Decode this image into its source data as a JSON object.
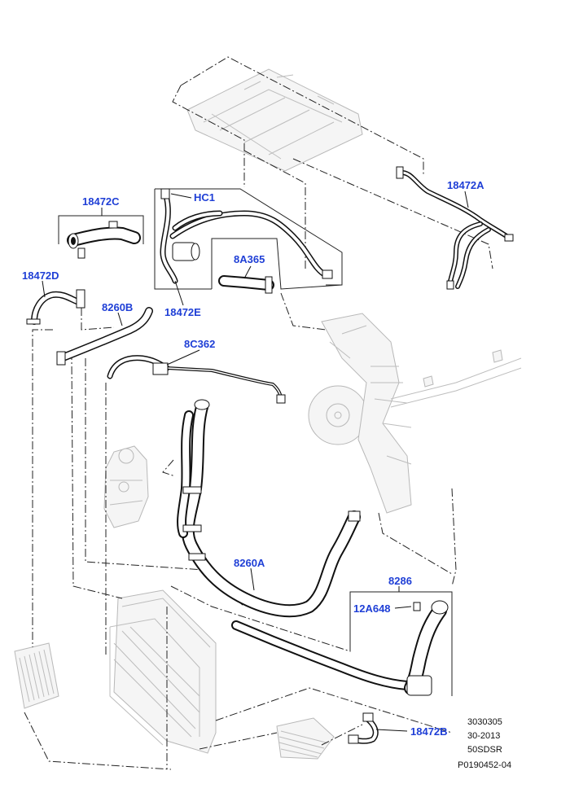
{
  "callouts": {
    "hose_18472a": "18472A",
    "hose_18472c": "18472C",
    "hc1": "HC1",
    "hose_8a365": "8A365",
    "hose_18472d": "18472D",
    "hose_8260b": "8260B",
    "hose_18472e": "18472E",
    "hose_8c362": "8C362",
    "hose_8260a": "8260A",
    "hose_8286": "8286",
    "clip_12a648": "12A648",
    "hose_18472b": "18472B"
  },
  "footer": {
    "line1": "3030305",
    "line2": "30-2013",
    "line3": "50SDSR",
    "line4": "P0190452-04"
  },
  "colors": {
    "callout": "#1f3fd6",
    "line": "#111111",
    "ghost": "#b8b8b8"
  }
}
